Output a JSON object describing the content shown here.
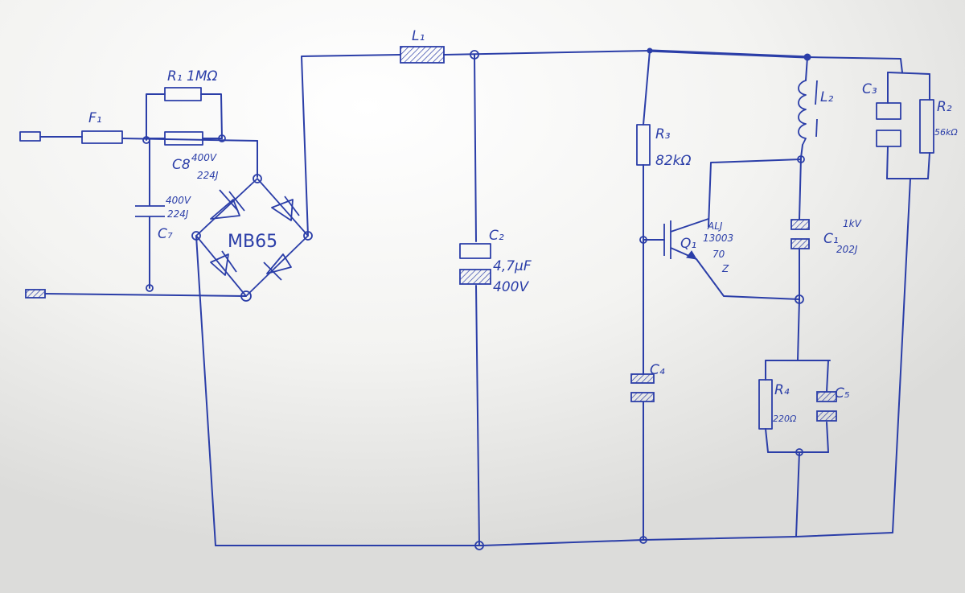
{
  "labels": {
    "l1": "L₁",
    "l2": "L₂",
    "f1": "F₁",
    "r1": "R₁ 1MΩ",
    "r2": "R₂",
    "r2_val": "56kΩ",
    "r3": "R₃",
    "r3_val": "82kΩ",
    "r4": "R₄",
    "r4_val": "220Ω",
    "c8": "C8",
    "c8_val1": "400V",
    "c8_val2": "224J",
    "c7": "C₇",
    "c7_val1": "400V",
    "c7_val2": "224J",
    "bridge": "MB65",
    "c2": "C₂",
    "c2_val1": "4,7µF",
    "c2_val2": "400V",
    "q1": "Q₁",
    "q1_l1": "ALJ",
    "q1_l2": "13003",
    "q1_l3": "70",
    "q1_l4": "Z",
    "c1": "C₁",
    "c1_val1": "1kV",
    "c1_val2": "202J",
    "c3": "C₃",
    "c4": "C₄",
    "c5": "C₅"
  },
  "colors": {
    "ink": "#2b3ea8",
    "paper": "#e9e9e7"
  }
}
